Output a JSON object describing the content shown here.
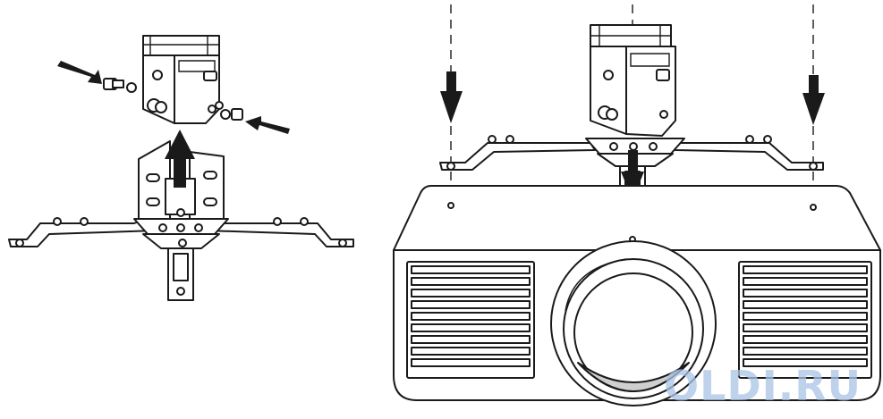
{
  "figure": {
    "watermark": "OLDI.RU",
    "colors": {
      "line": "#1a1a1a",
      "watermark": "#a9c4e6",
      "fill": "#ffffff"
    }
  },
  "left_figure": {
    "items": [
      "universal-mount-spider",
      "mounting-bracket-box",
      "screw-left",
      "screw-right",
      "assembly-arrows"
    ]
  },
  "right_figure": {
    "items": [
      "assembled-mount",
      "projector",
      "alignment-guides",
      "down-arrows"
    ]
  }
}
